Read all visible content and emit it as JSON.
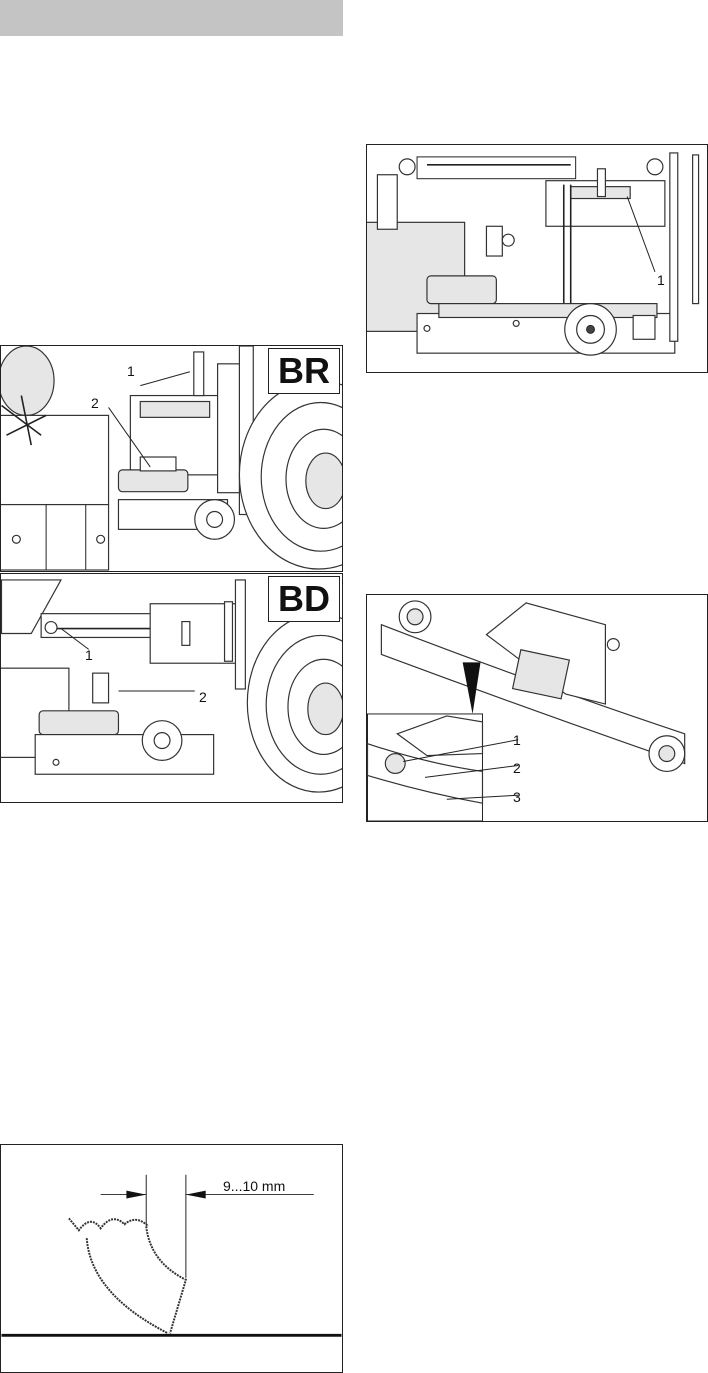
{
  "header": {
    "bar_color": "#c4c4c4"
  },
  "figures": {
    "fig_a": {
      "callouts": [
        "1"
      ]
    },
    "fig_br": {
      "badge": "BR",
      "callouts": [
        "1",
        "2"
      ]
    },
    "fig_bd": {
      "badge": "BD",
      "callouts": [
        "1",
        "2"
      ]
    },
    "fig_c": {
      "callouts": [
        "1",
        "2",
        "3"
      ]
    },
    "fig_d": {
      "dimension": "9...10 mm"
    }
  }
}
